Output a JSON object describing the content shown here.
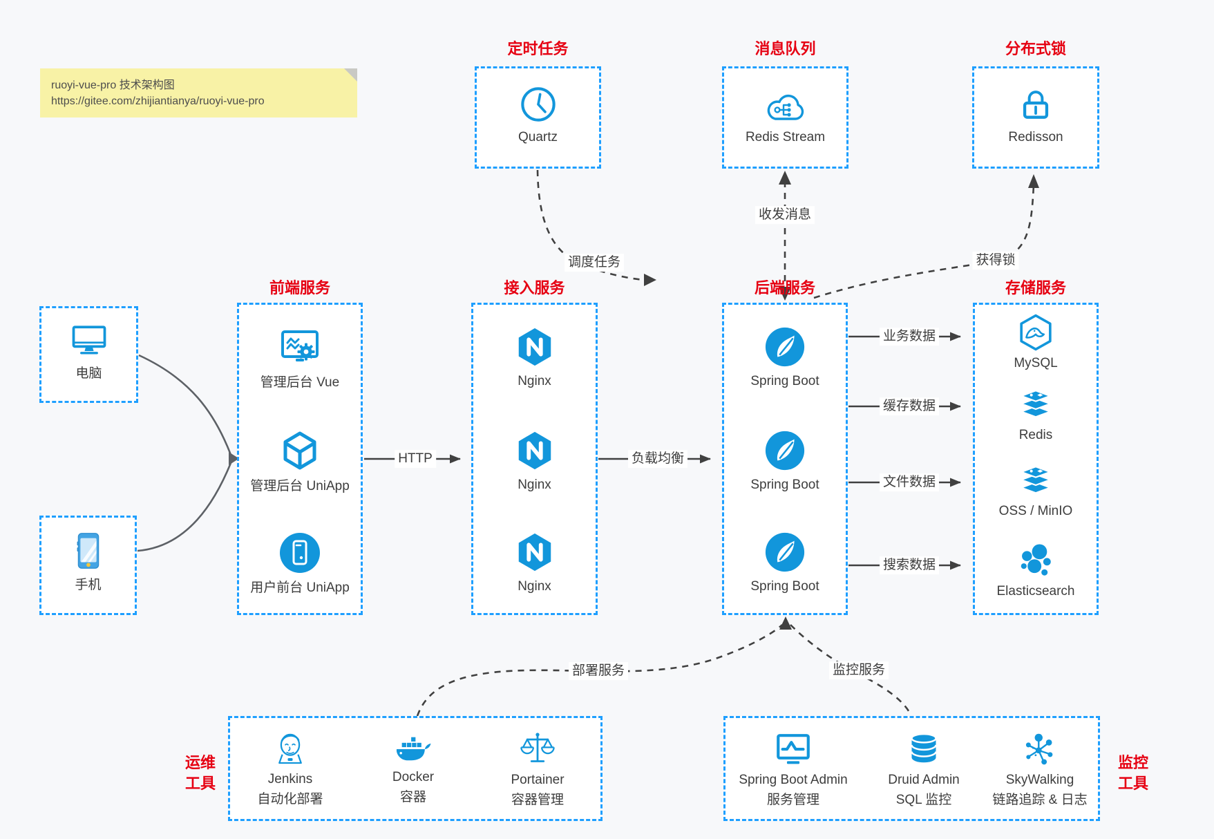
{
  "note": {
    "line1": "ruoyi-vue-pro 技术架构图",
    "line2": "https://gitee.com/zhijiantianya/ruoyi-vue-pro"
  },
  "colors": {
    "accent_blue": "#1e9fff",
    "icon_blue": "#1296db",
    "title_red": "#e60012",
    "label_text": "#3d3d3d",
    "note_bg": "#f8f2a6",
    "canvas_bg": "#f7f8fa",
    "connector_dark": "#404040",
    "connector_gray": "#5d6166"
  },
  "groups": {
    "scheduled": {
      "title": "定时任务",
      "items": [
        {
          "icon": "clock-icon",
          "label": "Quartz"
        }
      ]
    },
    "mq": {
      "title": "消息队列",
      "items": [
        {
          "icon": "cloud-stream-icon",
          "label": "Redis Stream"
        }
      ]
    },
    "lock": {
      "title": "分布式锁",
      "items": [
        {
          "icon": "lock-icon",
          "label": "Redisson"
        }
      ]
    },
    "devices": {
      "items": [
        {
          "icon": "desktop-icon",
          "label": "电脑"
        },
        {
          "icon": "smartphone-icon",
          "label": "手机"
        }
      ]
    },
    "frontend": {
      "title": "前端服务",
      "items": [
        {
          "icon": "admin-vue-icon",
          "label": "管理后台 Vue"
        },
        {
          "icon": "uniapp-cube-icon",
          "label": "管理后台 UniApp"
        },
        {
          "icon": "uniapp-phone-icon",
          "label": "用户前台 UniApp"
        }
      ]
    },
    "gateway": {
      "title": "接入服务",
      "items": [
        {
          "icon": "nginx-icon",
          "label": "Nginx"
        },
        {
          "icon": "nginx-icon",
          "label": "Nginx"
        },
        {
          "icon": "nginx-icon",
          "label": "Nginx"
        }
      ]
    },
    "backend": {
      "title": "后端服务",
      "items": [
        {
          "icon": "spring-icon",
          "label": "Spring Boot"
        },
        {
          "icon": "spring-icon",
          "label": "Spring Boot"
        },
        {
          "icon": "spring-icon",
          "label": "Spring Boot"
        }
      ]
    },
    "storage": {
      "title": "存储服务",
      "items": [
        {
          "icon": "mysql-icon",
          "label": "MySQL"
        },
        {
          "icon": "redis-icon",
          "label": "Redis"
        },
        {
          "icon": "oss-icon",
          "label": "OSS / MinIO"
        },
        {
          "icon": "elasticsearch-icon",
          "label": "Elasticsearch"
        }
      ]
    },
    "ops": {
      "title_line1": "运维",
      "title_line2": "工具",
      "items": [
        {
          "icon": "jenkins-icon",
          "name": "Jenkins",
          "desc": "自动化部署"
        },
        {
          "icon": "docker-icon",
          "name": "Docker",
          "desc": "容器"
        },
        {
          "icon": "portainer-icon",
          "name": "Portainer",
          "desc": "容器管理"
        }
      ]
    },
    "monitoring": {
      "title_line1": "监控",
      "title_line2": "工具",
      "items": [
        {
          "icon": "sba-icon",
          "name": "Spring Boot Admin",
          "desc": "服务管理"
        },
        {
          "icon": "druid-icon",
          "name": "Druid Admin",
          "desc": "SQL 监控"
        },
        {
          "icon": "skywalking-icon",
          "name": "SkyWalking",
          "desc": "链路追踪 & 日志"
        }
      ]
    }
  },
  "connectors": {
    "http": "HTTP",
    "load_balance": "负载均衡",
    "business_data": "业务数据",
    "cache_data": "缓存数据",
    "file_data": "文件数据",
    "search_data": "搜索数据",
    "schedule_task": "调度任务",
    "send_receive_message": "收发消息",
    "acquire_lock": "获得锁",
    "deploy_service": "部署服务",
    "monitor_service": "监控服务"
  }
}
